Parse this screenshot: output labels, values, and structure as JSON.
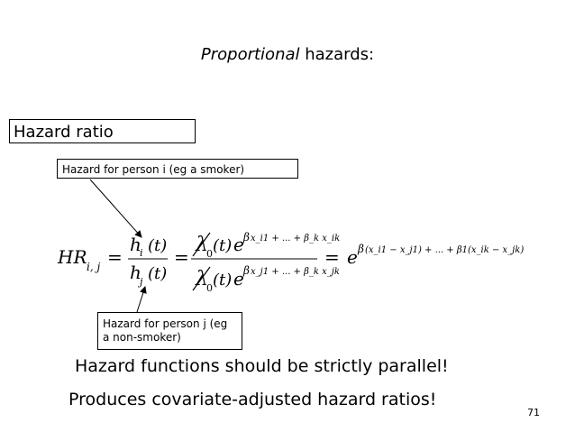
{
  "title": {
    "italic": "Proportional",
    "rest": " hazards:"
  },
  "hazard_ratio_label": "Hazard ratio",
  "callout_i": "Hazard for person i (eg a smoker)",
  "callout_j": {
    "line1": "Hazard for person j (eg",
    "line2": "a non-smoker)"
  },
  "formula": {
    "lhs": "HR",
    "lhs_sub": "i, j",
    "num_h": "h",
    "num_sub": "i",
    "t": "(t)",
    "den_h": "h",
    "den_sub": "j",
    "lambda": "λ",
    "lambda_sub": "0",
    "e": "e",
    "beta": "β",
    "exp_num": "x_i1 + ... + β_k x_ik",
    "exp_den": "x_j1 + ... + β_k x_jk",
    "exp_result": "(x_i1 − x_j1) + ... + β1(x_ik − x_jk)",
    "equals": "="
  },
  "statement1": "Hazard functions should be strictly parallel!",
  "statement2": "Produces covariate-adjusted hazard ratios!",
  "page_number": "71"
}
